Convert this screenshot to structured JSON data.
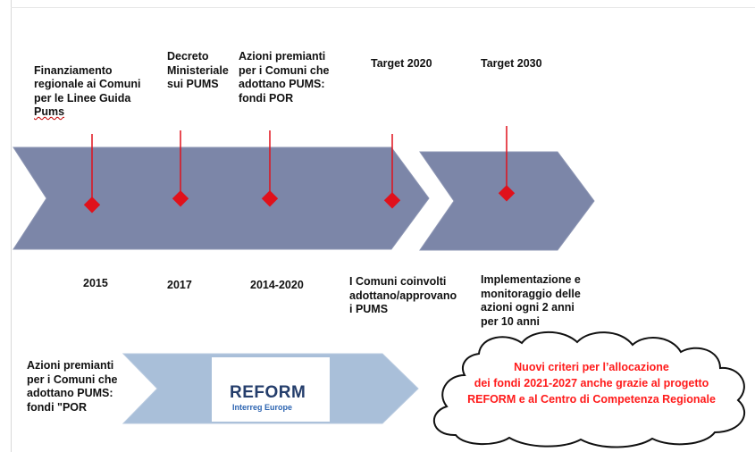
{
  "timeline": {
    "milestones": [
      {
        "top_label": "Finanziamento\nregionale ai Comuni\nper le Linee Guida\nPums",
        "year": "2015"
      },
      {
        "top_label": "Decreto\nMinisteriale\nsui PUMS",
        "year": "2017"
      },
      {
        "top_label": "Azioni premianti\nper i Comuni che\nadottano PUMS:\nfondi POR",
        "year": "2014-2020"
      },
      {
        "top_label": "Target 2020",
        "year_note": "I Comuni coinvolti\nadottano/approvano\ni PUMS"
      },
      {
        "top_label": "Target 2030",
        "year_note": "Implementazione e\nmonitoraggio delle\nazioni ogni 2 anni\nper 10 anni"
      }
    ]
  },
  "bottom": {
    "left_label": "Azioni premianti\nper i Comuni che\nadottano PUMS:\nfondi \"POR",
    "logo": {
      "name": "REFORM",
      "subtitle": "Interreg Europe"
    },
    "cloud_text": "Nuovi criteri per l’allocazione\ndei fondi 2021-2027 anche grazie al progetto\nREFORM e al Centro di Competenza Regionale"
  },
  "colors": {
    "arrow_fill": "#7c86a8",
    "arrow_light": "#a9bfd9",
    "marker": "#e0111b",
    "cloud_text": "#ff1a1a"
  }
}
